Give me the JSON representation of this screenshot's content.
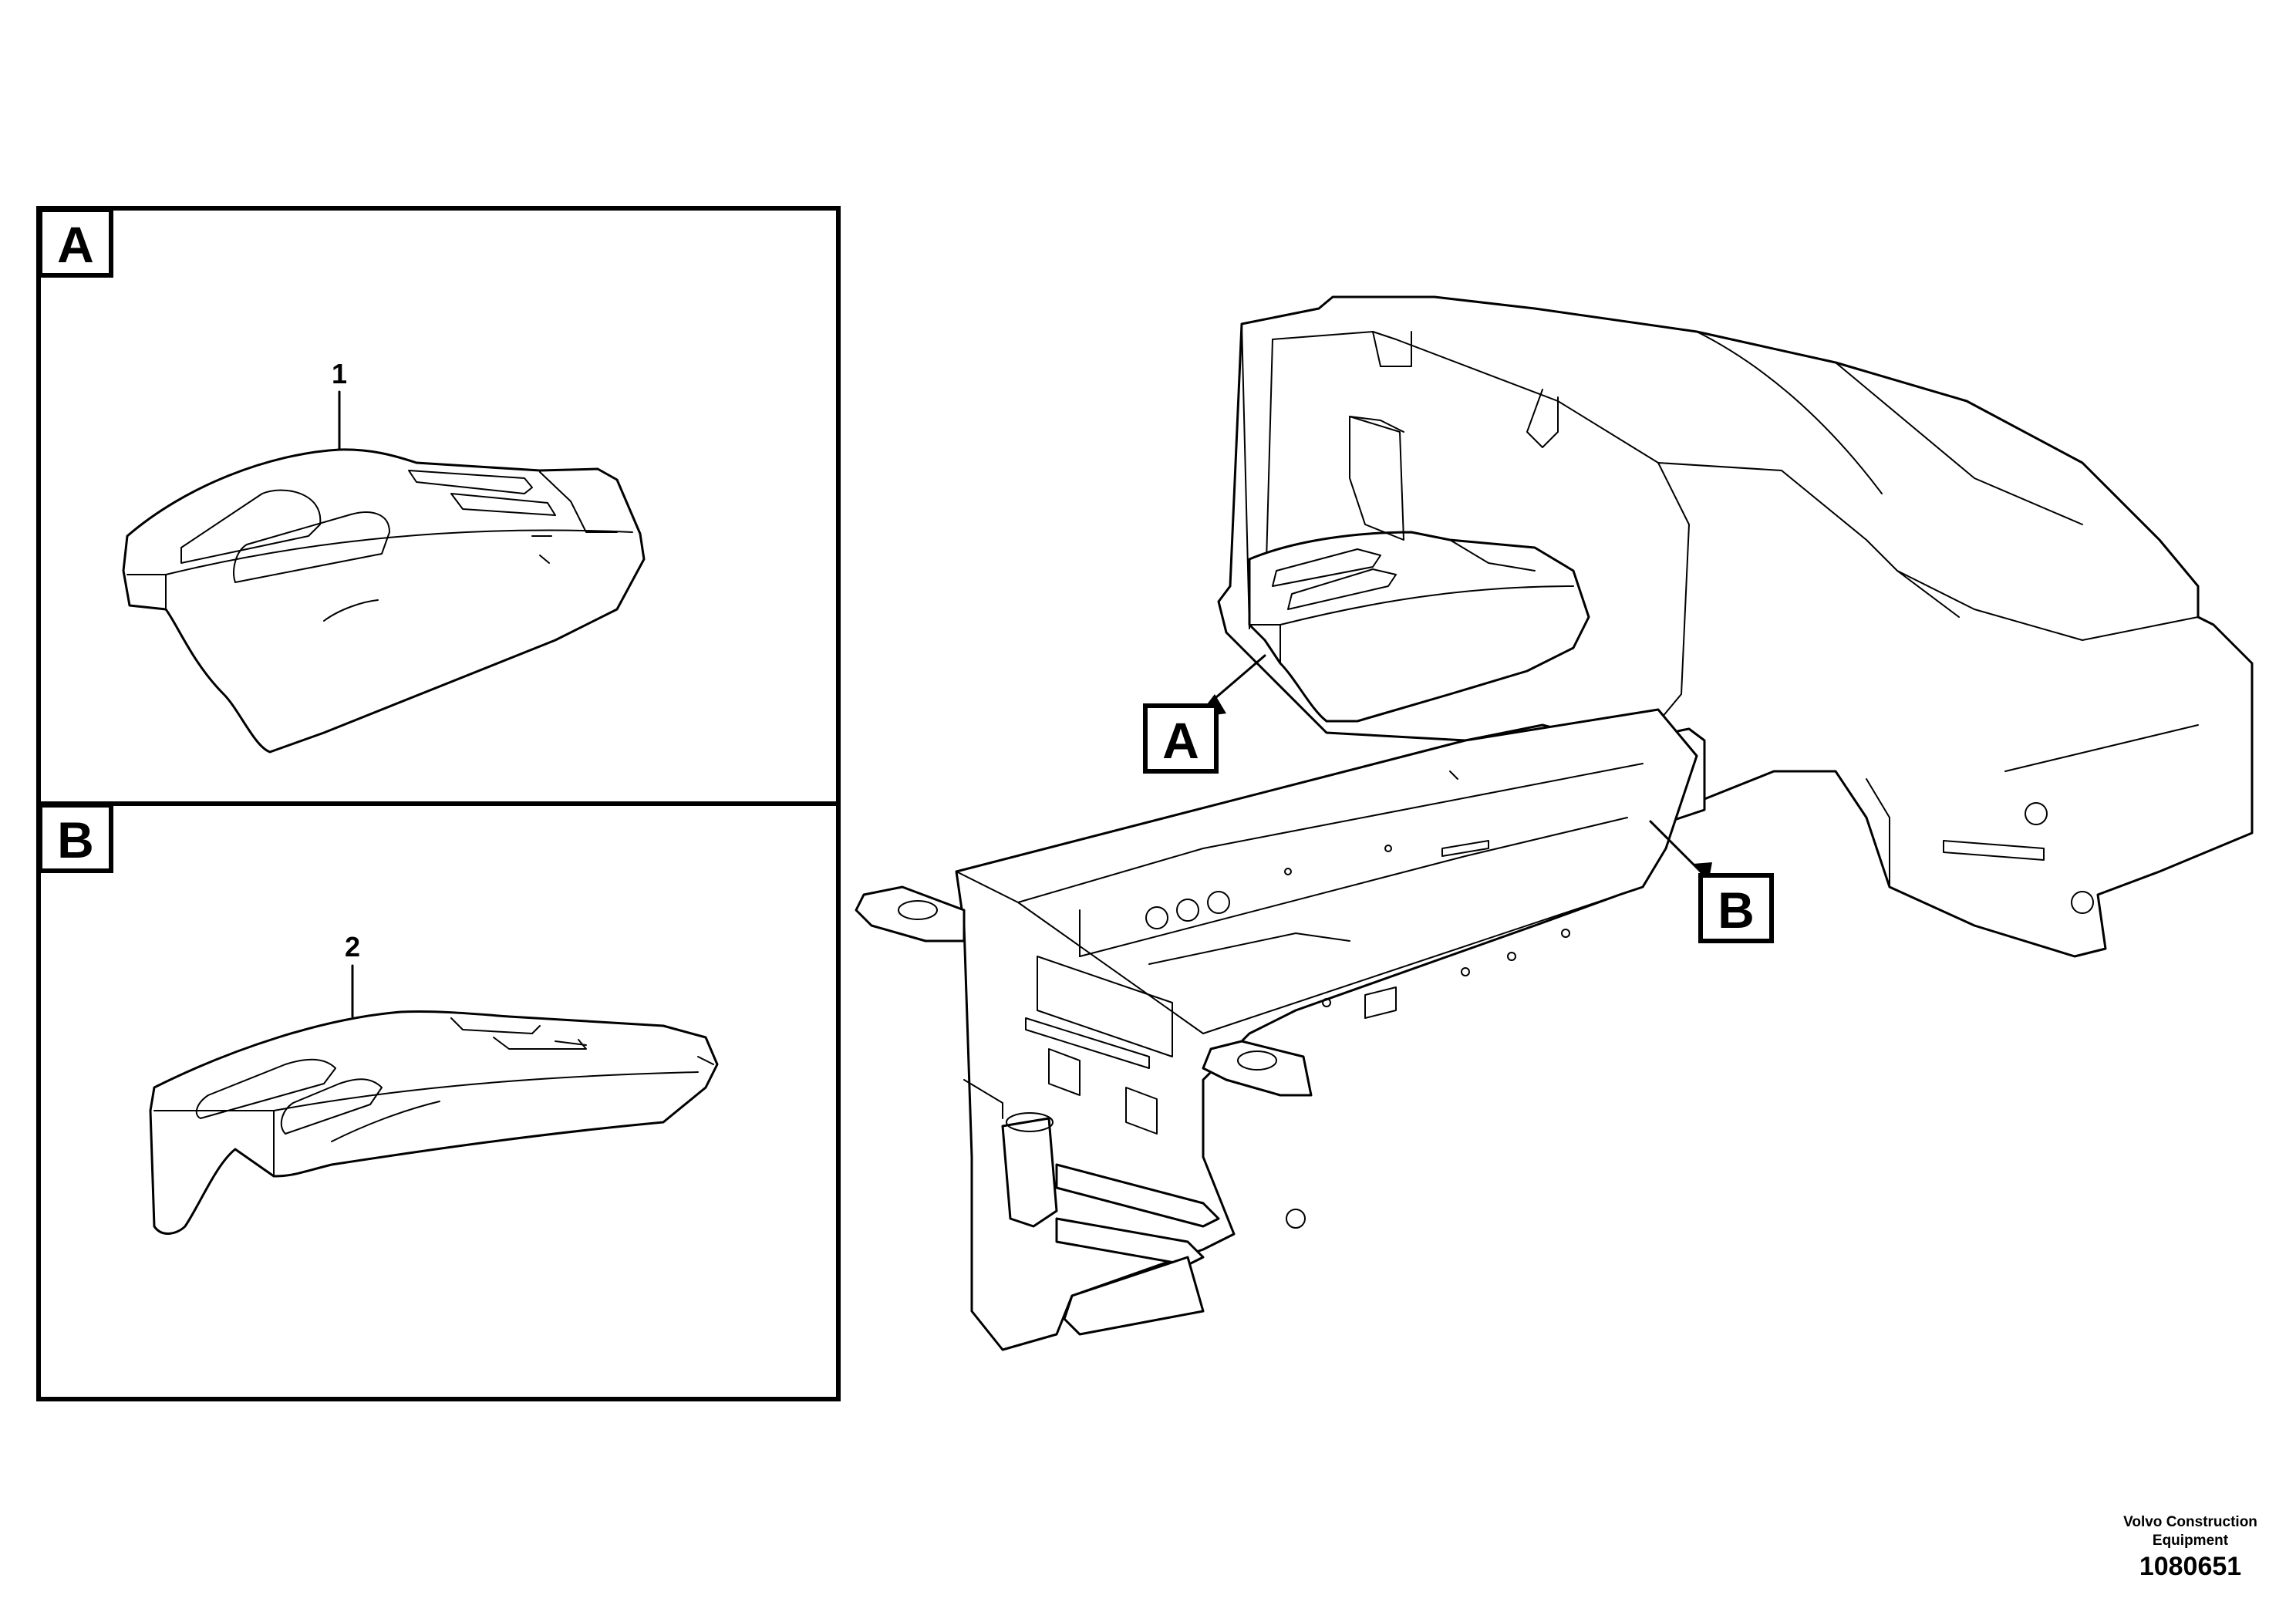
{
  "panels": [
    {
      "label": "A",
      "item_number": "1"
    },
    {
      "label": "B",
      "item_number": "2"
    }
  ],
  "callouts": [
    {
      "label": "A"
    },
    {
      "label": "B"
    }
  ],
  "footer": {
    "company_line1": "Volvo Construction",
    "company_line2": "Equipment",
    "drawing_number": "1080651"
  }
}
